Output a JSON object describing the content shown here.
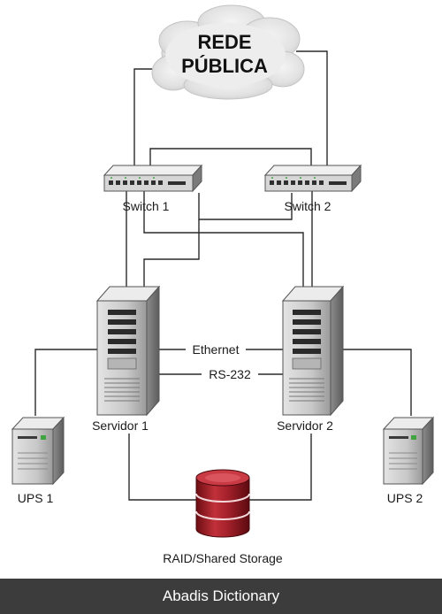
{
  "cloud": {
    "line1": "REDE",
    "line2": "PÚBLICA"
  },
  "switches": [
    {
      "label": "Switch 1"
    },
    {
      "label": "Switch 2"
    }
  ],
  "servers": [
    {
      "label": "Servidor 1"
    },
    {
      "label": "Servidor 2"
    }
  ],
  "links": {
    "ethernet": "Ethernet",
    "serial": "RS-232"
  },
  "ups": [
    {
      "label": "UPS 1"
    },
    {
      "label": "UPS 2"
    }
  ],
  "storage": {
    "label": "RAID/Shared Storage"
  },
  "footer": {
    "text": "Abadis Dictionary"
  }
}
